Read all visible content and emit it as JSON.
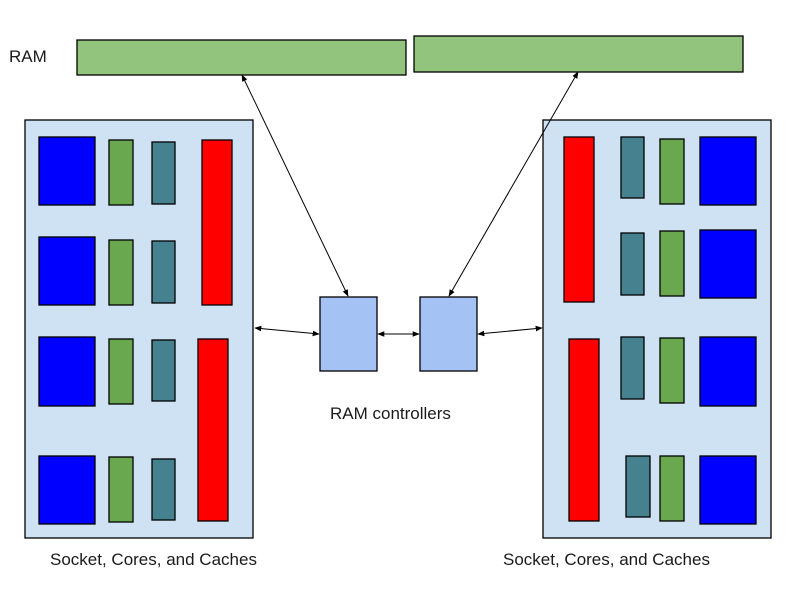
{
  "labels": {
    "ram": "RAM",
    "ram_controllers": "RAM controllers",
    "socket_left": "Socket, Cores, and Caches",
    "socket_right": "Socket, Cores, and Caches"
  },
  "colors": {
    "ram_module": "#93c47d",
    "socket_bg": "#cfe2f3",
    "core": "#0000ff",
    "l1_cache": "#6aa84f",
    "l2_cache": "#45818e",
    "l3_cache": "#ff0000",
    "ram_controller": "#a4c2f4",
    "stroke": "#000000"
  },
  "diagram": {
    "ram_modules": [
      "ram-module-left",
      "ram-module-right"
    ],
    "ram_controllers": [
      "ram-controller-left",
      "ram-controller-right"
    ],
    "sockets": [
      {
        "name": "socket-left",
        "cores": 4,
        "l1_caches": 4,
        "l2_caches": 4,
        "l3_caches": 2
      },
      {
        "name": "socket-right",
        "cores": 4,
        "l1_caches": 4,
        "l2_caches": 4,
        "l3_caches": 2
      }
    ],
    "connections": [
      {
        "from": "ram-controller-left",
        "to": "ram-module-left",
        "directed": "to"
      },
      {
        "from": "ram-controller-right",
        "to": "ram-module-right",
        "directed": "to"
      },
      {
        "from": "socket-left",
        "to": "ram-controller-left",
        "directed": "both"
      },
      {
        "from": "ram-controller-left",
        "to": "ram-controller-right",
        "directed": "both"
      },
      {
        "from": "ram-controller-right",
        "to": "socket-right",
        "directed": "both"
      }
    ]
  }
}
